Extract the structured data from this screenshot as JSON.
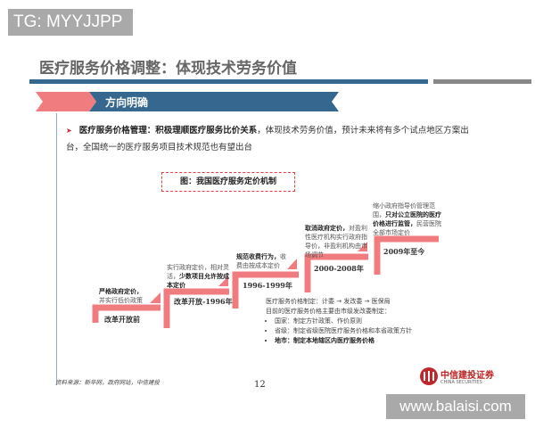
{
  "watermark_top": "TG: MYYJJPP",
  "watermark_bottom": "www.balaisi.com",
  "title": "医疗服务价格调整：体现技术劳务价值",
  "section": "方向明确",
  "bullet": {
    "bold": "医疗服务价格管理：积极理顺医疗服务比价关系",
    "rest": "，体现技术劳务价值，预计未来将有多个试点地区方案出台，全国统一的医疗服务项目技术规范也有望出台"
  },
  "chart_title": "图：我国医疗服务定价机制",
  "steps": [
    {
      "year": "改革开放前",
      "desc_bold": "严格政府定价，",
      "desc": "并实行低价政策"
    },
    {
      "year": "改革开放-1996年",
      "desc": "实行政府定价，相对灵活，",
      "desc_bold": "少数项目允许按成本定价"
    },
    {
      "year": "1996-1999年",
      "desc_bold": "规范收费行为，",
      "desc": "收费由按成本定价"
    },
    {
      "year": "2000-2008年",
      "desc_bold": "取消政府定价，",
      "desc": "对盈利性医疗机构实行政府指导价，非盈利机构由市场调节"
    },
    {
      "year": "2009年至今",
      "desc": "缩小政府指导价管理范围，",
      "desc_bold": "只对公立医院的医疗价格进行监管，",
      "desc2": "民营医院全部市场定价"
    }
  ],
  "notes": {
    "line1": "医疗服务价格制定：计委 → 发改委 → 医保局",
    "line2": "目前的医疗服务价格主要由市级发改委制定：",
    "items": [
      "国家：制定方针政策、作价原则",
      "省级：制定省级医院医疗服务价格和本省政策方针",
      "地市：制定本地辖区内医疗服务价格"
    ]
  },
  "source": "资料来源：新华网，政府网站，中信建投",
  "page_number": "12",
  "logo": {
    "cn": "中信建投证券",
    "en": "CHINA SECURITIES"
  },
  "colors": {
    "blue": "#36678f",
    "pink": "#f07c80",
    "red": "#e04040"
  }
}
